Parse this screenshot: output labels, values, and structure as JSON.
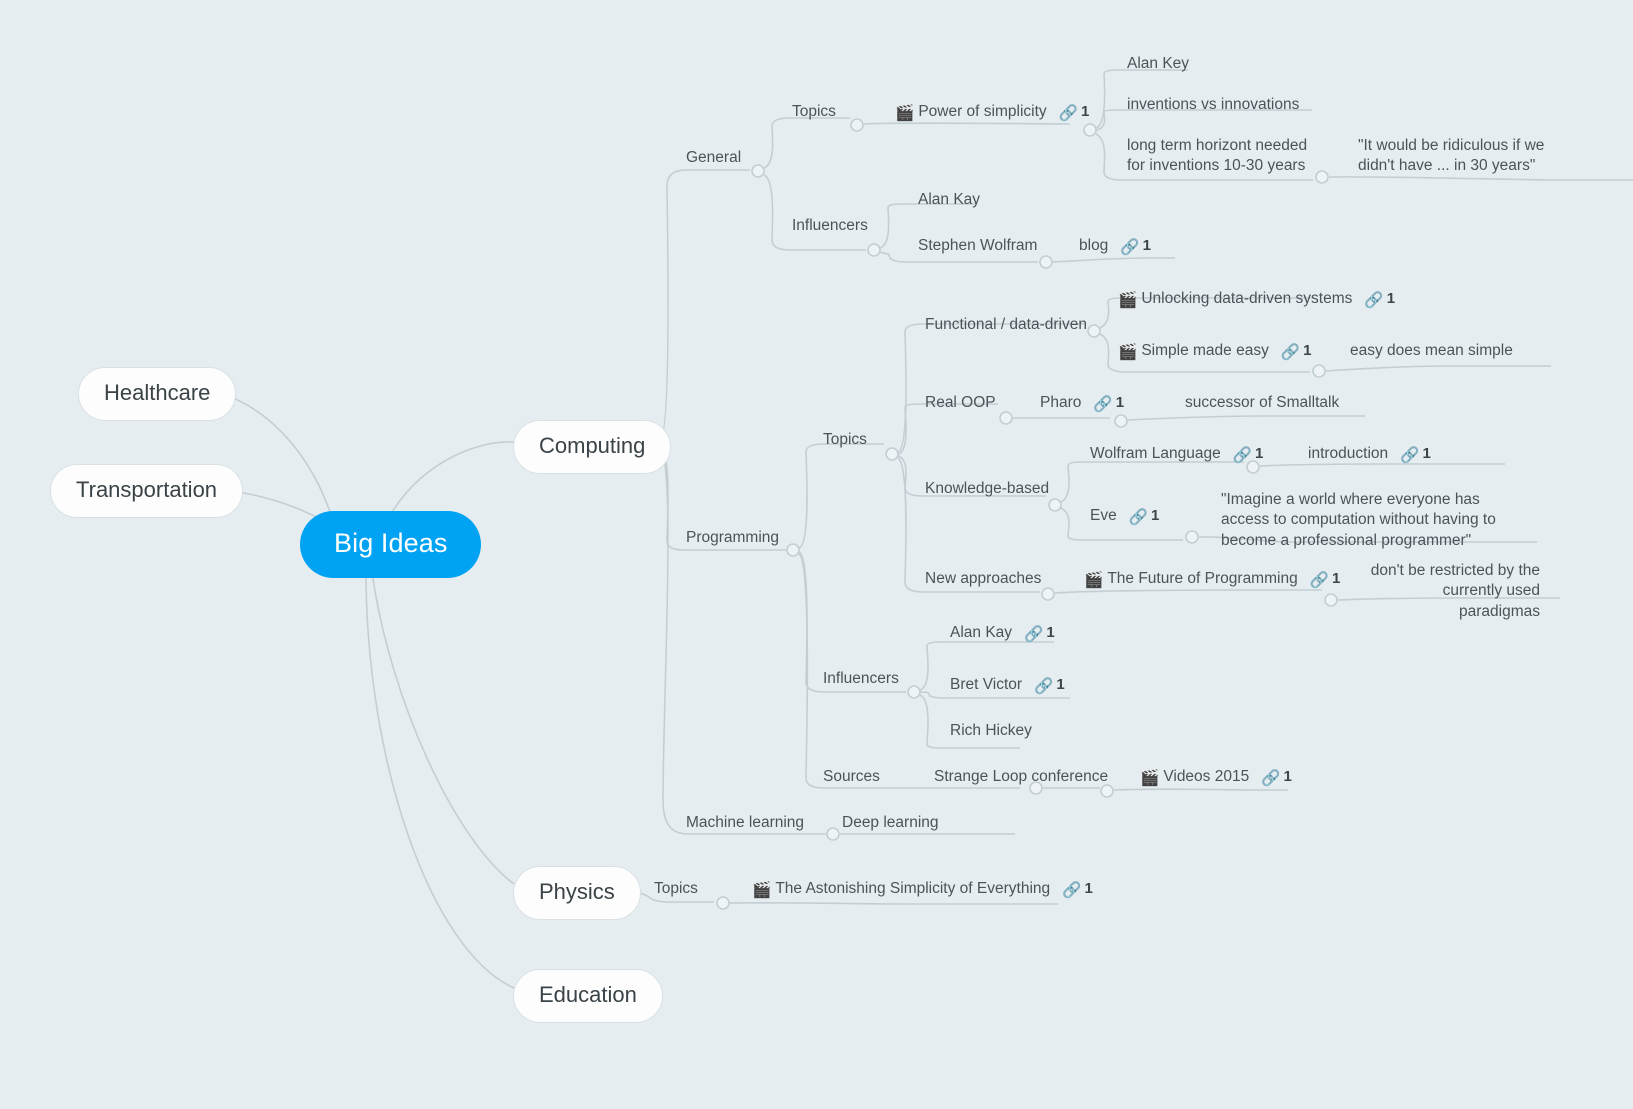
{
  "diagram": {
    "title": "Big Ideas",
    "type": "mind-map",
    "background_color": "#e6edf0",
    "root_color": "#00a2f3",
    "branch_node_color": "#fdfdfd",
    "connector_color": "#c3ced3",
    "icons": {
      "movie": "clapperboard-icon",
      "link": "link-icon"
    }
  },
  "nodes": {
    "root": "Big Ideas",
    "healthcare": "Healthcare",
    "transportation": "Transportation",
    "computing": "Computing",
    "physics": "Physics",
    "education": "Education",
    "general": "General",
    "general_topics": "Topics",
    "power_of_simplicity": "Power of simplicity",
    "alan_key": "Alan Key",
    "inventions_vs_innovations": "inventions vs innovations",
    "long_term_horizont": "long term horizont needed for inventions 10-30 years",
    "ridiculous_quote": "\"It would be ridiculous if we didn't have ... in 30 years\"",
    "general_influencers": "Influencers",
    "alan_kay_general": "Alan Kay",
    "stephen_wolfram": "Stephen Wolfram",
    "blog": "blog",
    "programming": "Programming",
    "prog_topics": "Topics",
    "functional_data_driven": "Functional / data-driven",
    "unlocking_data_driven": "Unlocking data-driven systems",
    "simple_made_easy": "Simple made easy",
    "easy_does_mean_simple": "easy does mean simple",
    "real_oop": "Real OOP",
    "pharo": "Pharo",
    "successor_of_smalltalk": "successor of Smalltalk",
    "knowledge_based": "Knowledge-based",
    "wolfram_language": "Wolfram Language",
    "introduction": "introduction",
    "eve": "Eve",
    "imagine_quote": "\"Imagine a world where everyone has access to computation without having to become a professional programmer\"",
    "new_approaches": "New approaches",
    "future_of_programming": "The Future of Programming",
    "dont_be_restricted": "don't be restricted by the currently used paradigmas",
    "prog_influencers": "Influencers",
    "alan_kay_prog": "Alan Kay",
    "bret_victor": "Bret Victor",
    "rich_hickey": "Rich Hickey",
    "sources": "Sources",
    "strange_loop": "Strange Loop conference",
    "videos_2015": "Videos 2015",
    "machine_learning": "Machine learning",
    "deep_learning": "Deep learning",
    "physics_topics": "Topics",
    "astonishing_simplicity": "The Astonishing Simplicity of Everything"
  },
  "link_counts": {
    "power_of_simplicity": "1",
    "blog": "1",
    "unlocking_data_driven": "1",
    "simple_made_easy": "1",
    "pharo": "1",
    "wolfram_language": "1",
    "introduction": "1",
    "eve": "1",
    "future_of_programming": "1",
    "alan_kay_prog": "1",
    "bret_victor": "1",
    "videos_2015": "1",
    "astonishing_simplicity": "1"
  },
  "glyphs": {
    "movie": "🎬",
    "link": "🔗"
  }
}
